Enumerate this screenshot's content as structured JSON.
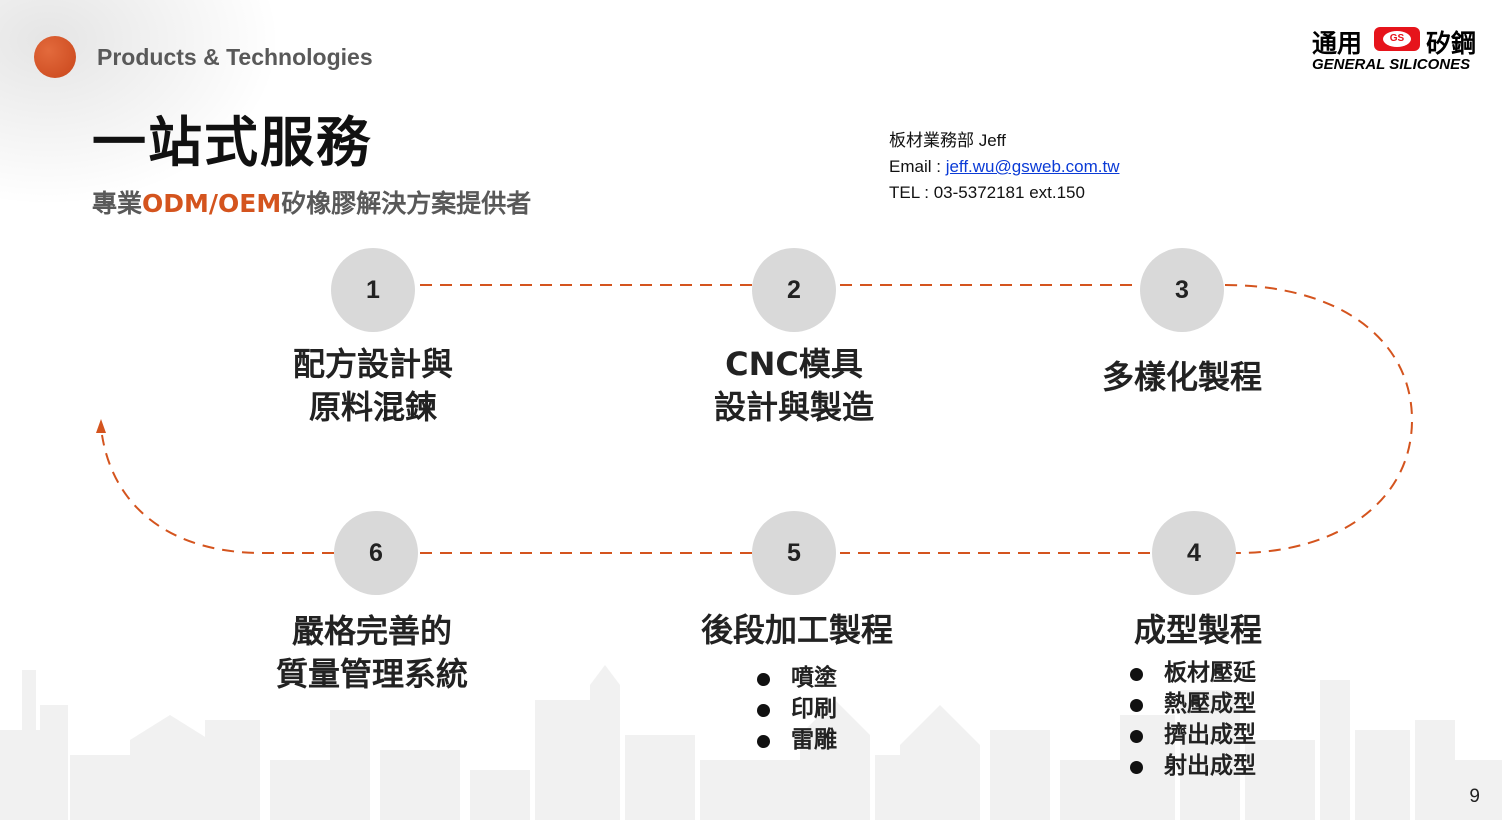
{
  "header": {
    "section_title": "Products & Technologies",
    "logo": {
      "cn_left": "通用",
      "badge": "GS",
      "cn_right": "矽鋼",
      "en": "GENERAL SILICONES"
    }
  },
  "title": "一站式服務",
  "subtitle": {
    "prefix": "專業",
    "highlight": "ODM/OEM",
    "suffix": "矽橡膠解決方案提供者"
  },
  "contact": {
    "dept": "板材業務部 Jeff",
    "email_label": "Email : ",
    "email": "jeff.wu@gsweb.com.tw",
    "tel": "TEL : 03-5372181 ext.150"
  },
  "steps": [
    {
      "number": "1",
      "line1": "配方設計與",
      "line2": "原料混鍊"
    },
    {
      "number": "2",
      "line1": "CNC模具",
      "line2": "設計與製造"
    },
    {
      "number": "3",
      "line1": "多樣化製程",
      "line2": ""
    },
    {
      "number": "4",
      "line1": "成型製程",
      "line2": "",
      "items": [
        "板材壓延",
        "熱壓成型",
        "擠出成型",
        "射出成型"
      ]
    },
    {
      "number": "5",
      "line1": "後段加工製程",
      "line2": "",
      "items": [
        "噴塗",
        "印刷",
        "雷雕"
      ]
    },
    {
      "number": "6",
      "line1": "嚴格完善的",
      "line2": "質量管理系統"
    }
  ],
  "colors": {
    "accent": "#d4541e",
    "circle": "#d9d9d9",
    "text_gray": "#595959",
    "link": "#0b3bd6"
  },
  "page_number": "9"
}
